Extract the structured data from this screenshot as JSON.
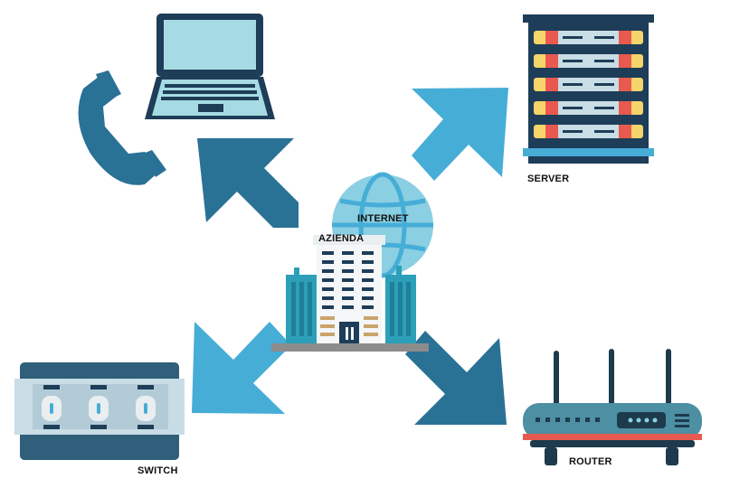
{
  "labels": {
    "server": "SERVER",
    "switch": "SWITCH",
    "router": "ROUTER",
    "internet": "INTERNET",
    "company": "AZIENDA"
  },
  "colors": {
    "dark_blue": "#2a7196",
    "light_blue": "#46add7",
    "navy": "#1e3d58",
    "screen": "#a7dbe3",
    "globe": "#8acfe2",
    "building_teal": "#2d9fb8",
    "rack_red": "#e85a4f",
    "rack_yellow": "#f5d56a",
    "router_body": "#4d8fa3",
    "router_base": "#1e3a4d",
    "switch_body": "#2f5f7a",
    "switch_panel": "#c9dde6",
    "gray": "#8c8c8c",
    "window_gold": "#c9a46a"
  },
  "icons": [
    "telephone-icon",
    "laptop-icon",
    "server-rack-icon",
    "globe-icon",
    "office-building-icon",
    "network-switch-icon",
    "wifi-router-icon"
  ]
}
